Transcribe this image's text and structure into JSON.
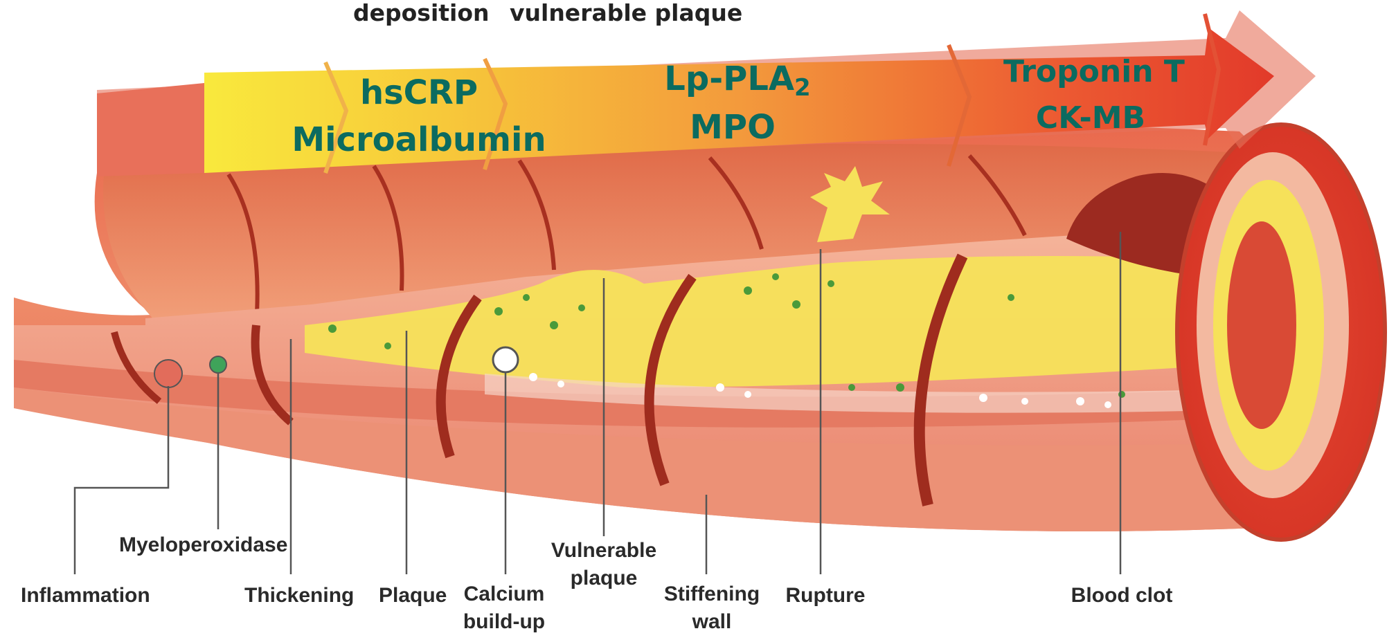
{
  "top_captions": {
    "left": "deposition",
    "right": "vulnerable plaque"
  },
  "biomarkers": {
    "stage1_line1": "hsCRP",
    "stage1_line2": "Microalbumin",
    "stage2_line1": "Lp-PLA",
    "stage2_line1_sub": "2",
    "stage2_line2": "MPO",
    "stage3_line1": "Troponin T",
    "stage3_line2": "CK-MB"
  },
  "labels": {
    "inflammation": "Inflammation",
    "myeloperoxidase": "Myeloperoxidase",
    "thickening": "Thickening",
    "plaque": "Plaque",
    "calcium_line1": "Calcium",
    "calcium_line2": "build-up",
    "vulnerable_line1": "Vulnerable",
    "vulnerable_line2": "plaque",
    "stiffening_line1": "Stiffening",
    "stiffening_line2": "wall",
    "rupture": "Rupture",
    "blood_clot": "Blood clot"
  },
  "colors": {
    "arrow_yellow": "#f7e13a",
    "arrow_orange": "#f39a3c",
    "arrow_red": "#e8432e",
    "artery_outer": "#e8705a",
    "artery_inner": "#f0a07e",
    "plaque_yellow": "#f6e15a",
    "clot": "#9c2a20",
    "biomarker_text": "#0b6b60"
  }
}
